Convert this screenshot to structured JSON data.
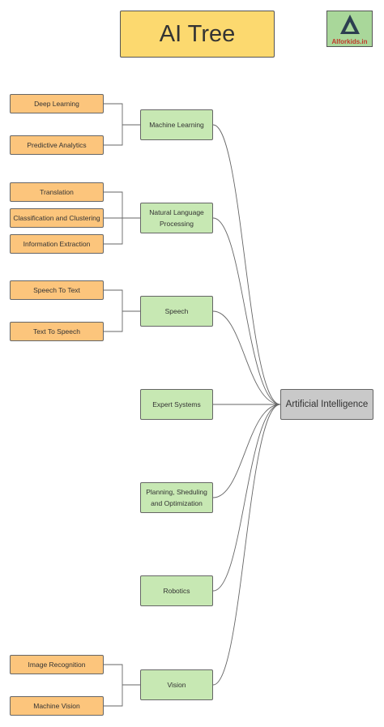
{
  "title": "AI Tree",
  "logo": {
    "text": "AIforkids.in",
    "letter": "A"
  },
  "root": {
    "label": "Artificial Intelligence"
  },
  "categories": [
    {
      "label": "Machine Learning",
      "children": [
        "Deep Learning",
        "Predictive Analytics"
      ]
    },
    {
      "label": "Natural Language Processing",
      "children": [
        "Translation",
        "Classification and Clustering",
        "Information Extraction"
      ]
    },
    {
      "label": "Speech",
      "children": [
        "Speech To Text",
        "Text To Speech"
      ]
    },
    {
      "label": "Expert Systems",
      "children": []
    },
    {
      "label": "Planning, Sheduling and Optimization",
      "children": []
    },
    {
      "label": "Robotics",
      "children": []
    },
    {
      "label": "Vision",
      "children": [
        "Image Recognition",
        "Machine Vision"
      ]
    }
  ],
  "colors": {
    "title_bg": "#fcd96f",
    "category_bg": "#c7e8b3",
    "leaf_bg": "#fcc57c",
    "root_bg": "#c9c9c9",
    "logo_bg": "#a9d79a",
    "logo_text": "#c0392b"
  }
}
